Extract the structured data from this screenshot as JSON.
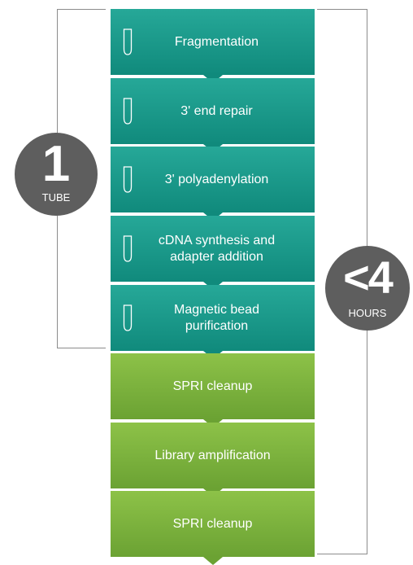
{
  "left_badge": {
    "number": "1",
    "label": "TUBE"
  },
  "right_badge": {
    "number": "<4",
    "label": "HOURS"
  },
  "steps": [
    {
      "label": "Fragmentation",
      "tube_icon": true,
      "color": "#16978a"
    },
    {
      "label": "3' end repair",
      "tube_icon": true,
      "color": "#16978a"
    },
    {
      "label": "3' polyadenylation",
      "tube_icon": true,
      "color": "#16978a"
    },
    {
      "label": "cDNA synthesis and\nadapter addition",
      "tube_icon": true,
      "color": "#16978a"
    },
    {
      "label": "Magnetic bead\npurification",
      "tube_icon": true,
      "color": "#16978a"
    },
    {
      "label": "SPRI cleanup",
      "tube_icon": false,
      "color": "#7db23c"
    },
    {
      "label": "Library amplification",
      "tube_icon": false,
      "color": "#7db23c"
    },
    {
      "label": "SPRI cleanup",
      "tube_icon": false,
      "color": "#7db23c"
    }
  ],
  "icons": {
    "tube": "test-tube-icon",
    "arrow": "down-arrow-icon"
  }
}
